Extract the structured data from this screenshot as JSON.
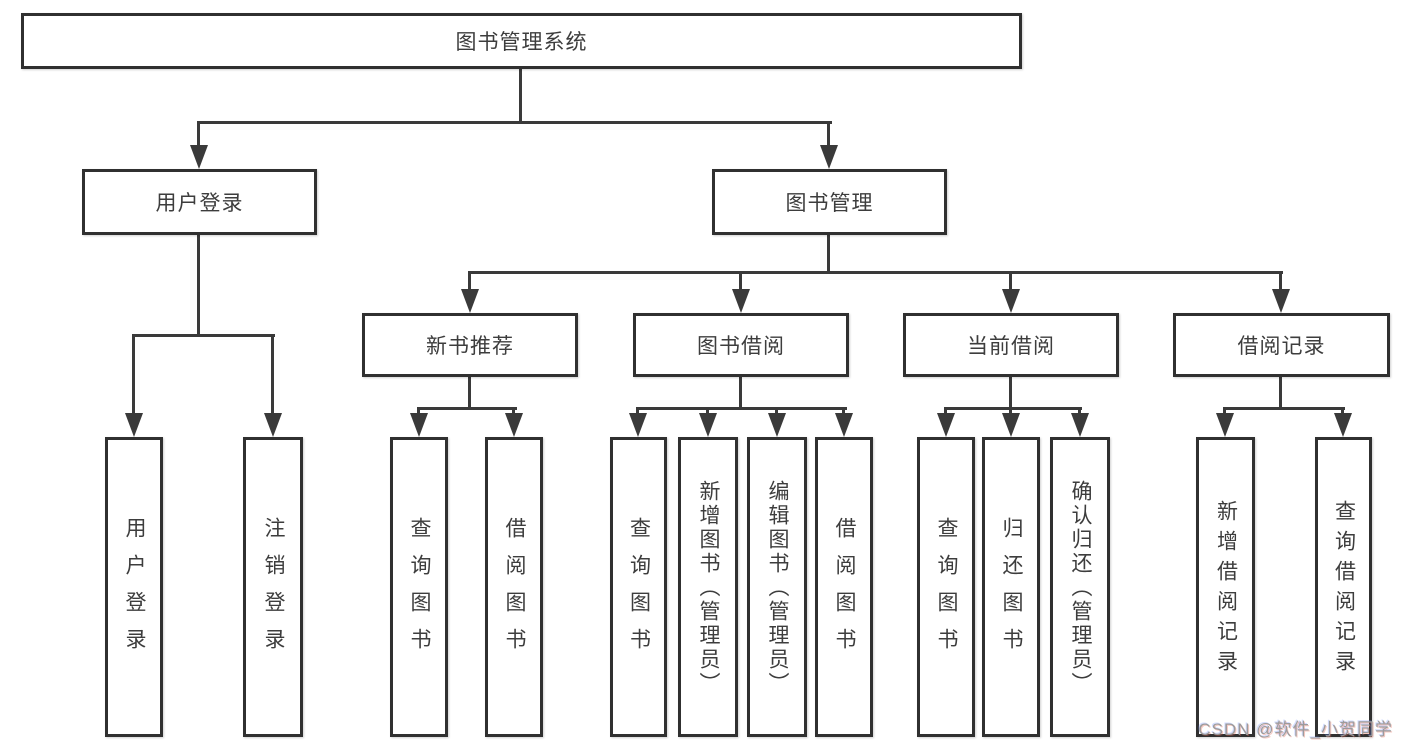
{
  "diagram_type": "hierarchy-tree",
  "tree": {
    "label": "图书管理系统",
    "children": [
      {
        "label": "用户登录",
        "children": [
          {
            "label": "用户登录"
          },
          {
            "label": "注销登录"
          }
        ]
      },
      {
        "label": "图书管理",
        "children": [
          {
            "label": "新书推荐",
            "children": [
              {
                "label": "查询图书"
              },
              {
                "label": "借阅图书"
              }
            ]
          },
          {
            "label": "图书借阅",
            "children": [
              {
                "label": "查询图书"
              },
              {
                "label": "新增图书（管理员）"
              },
              {
                "label": "编辑图书（管理员）"
              },
              {
                "label": "借阅图书"
              }
            ]
          },
          {
            "label": "当前借阅",
            "children": [
              {
                "label": "查询图书"
              },
              {
                "label": "归还图书"
              },
              {
                "label": "确认归还（管理员）"
              }
            ]
          },
          {
            "label": "借阅记录",
            "children": [
              {
                "label": "新增借阅记录"
              },
              {
                "label": "查询借阅记录"
              }
            ]
          }
        ]
      }
    ]
  },
  "watermark": {
    "text": "CSDN @软件_小贺同学"
  },
  "colors": {
    "line": "#3a3a3a",
    "box_border": "#303030",
    "box_background": "#ffffff",
    "text": "#3d3d3d",
    "watermark": "#9c9c9c",
    "page_background": "#ffffff"
  }
}
